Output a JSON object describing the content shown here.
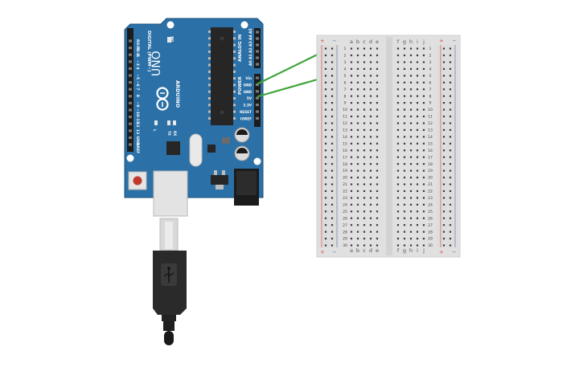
{
  "colors": {
    "board": "#2b70a6",
    "board_dark": "#1d4f78",
    "breadboard": "#e0e0e0",
    "breadboard_edge": "#cfcfcf",
    "rail_red": "#d9534f",
    "rail_blue": "#6a7fa8",
    "wire": "#3fa43a",
    "usb_cable": "#2a2a2a"
  },
  "arduino": {
    "brand": "ARDUINO",
    "model": "UNO",
    "on_label": "ON",
    "digital_header": "DIGITAL (PWM~)",
    "analog_header": "ANALOG IN",
    "power_header": "POWER",
    "tx": "TX",
    "rx": "RX",
    "l_label": "L",
    "digital_pins": [
      "AREF",
      "GND",
      "13",
      "12",
      "~11",
      "~10",
      "~9",
      "8",
      "7",
      "~6",
      "~5",
      "4",
      "~3",
      "2",
      "TX→1",
      "RX←0"
    ],
    "analog_pins": [
      "A5",
      "A4",
      "A3",
      "A2",
      "A1",
      "A0"
    ],
    "power_pins": [
      "Vin",
      "GND",
      "GND",
      "5V",
      "3.3V",
      "RESET",
      "IOREF"
    ]
  },
  "breadboard": {
    "col_left": [
      "a",
      "b",
      "c",
      "d",
      "e"
    ],
    "col_right": [
      "f",
      "g",
      "h",
      "i",
      "j"
    ],
    "rows": [
      "1",
      "2",
      "3",
      "4",
      "5",
      "6",
      "7",
      "8",
      "9",
      "10",
      "11",
      "12",
      "13",
      "14",
      "15",
      "16",
      "17",
      "18",
      "19",
      "20",
      "21",
      "22",
      "23",
      "24",
      "25",
      "26",
      "27",
      "28",
      "29",
      "30"
    ],
    "plus": "+",
    "minus": "−"
  }
}
